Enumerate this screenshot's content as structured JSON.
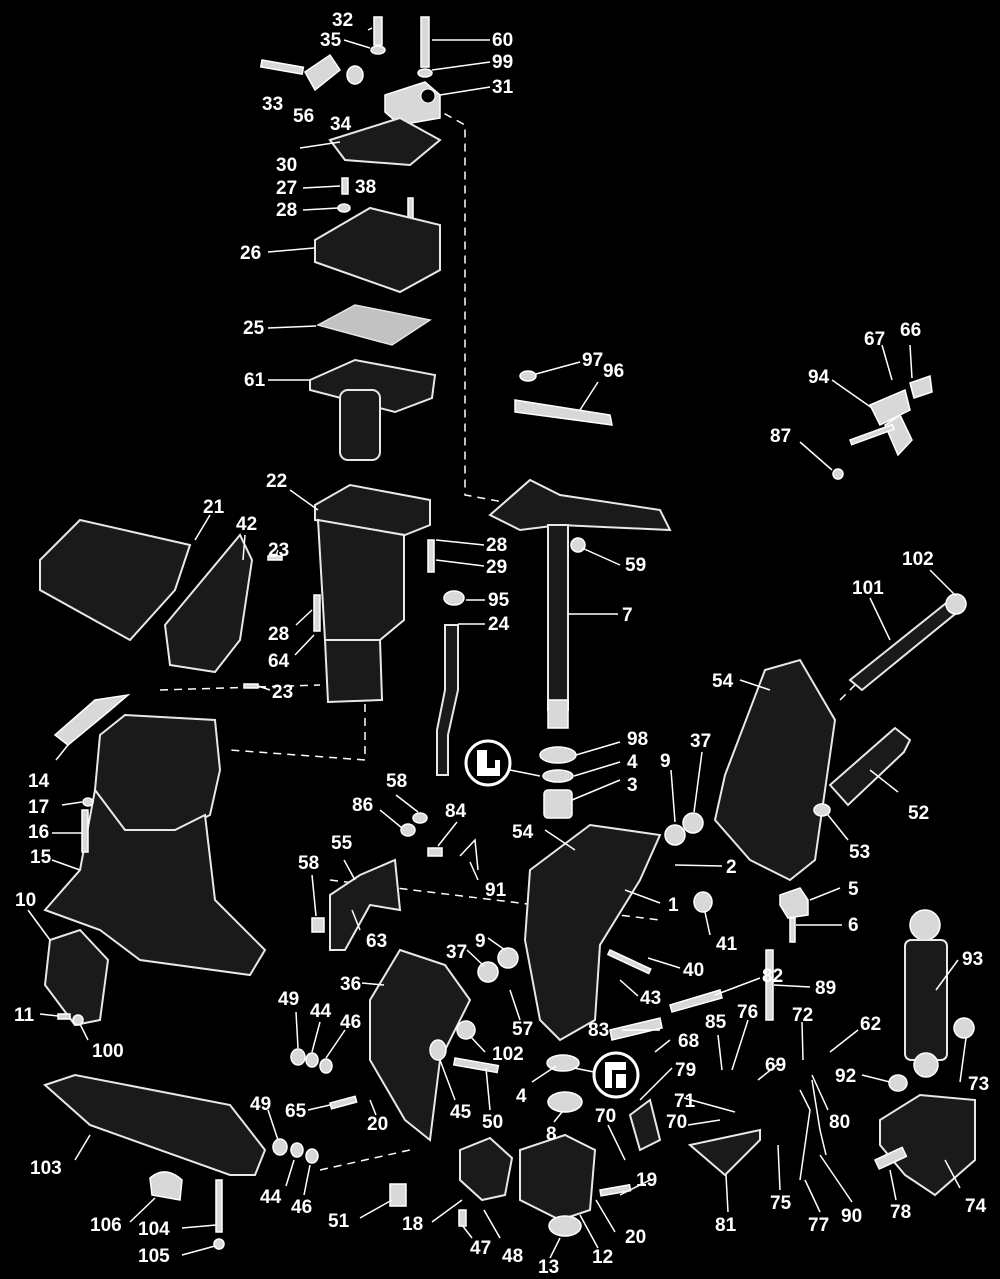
{
  "diagram": {
    "callouts": [
      {
        "id": "c32",
        "text": "32"
      },
      {
        "id": "c35",
        "text": "35"
      },
      {
        "id": "c60",
        "text": "60"
      },
      {
        "id": "c99",
        "text": "99"
      },
      {
        "id": "c31",
        "text": "31"
      },
      {
        "id": "c33",
        "text": "33"
      },
      {
        "id": "c56",
        "text": "56"
      },
      {
        "id": "c34",
        "text": "34"
      },
      {
        "id": "c30",
        "text": "30"
      },
      {
        "id": "c27",
        "text": "27"
      },
      {
        "id": "c38",
        "text": "38"
      },
      {
        "id": "c28a",
        "text": "28"
      },
      {
        "id": "c26",
        "text": "26"
      },
      {
        "id": "c25",
        "text": "25"
      },
      {
        "id": "c61",
        "text": "61"
      },
      {
        "id": "c97",
        "text": "97"
      },
      {
        "id": "c96",
        "text": "96"
      },
      {
        "id": "c67",
        "text": "67"
      },
      {
        "id": "c66",
        "text": "66"
      },
      {
        "id": "c94",
        "text": "94"
      },
      {
        "id": "c87",
        "text": "87"
      },
      {
        "id": "c22",
        "text": "22"
      },
      {
        "id": "c21",
        "text": "21"
      },
      {
        "id": "c42",
        "text": "42"
      },
      {
        "id": "c28b",
        "text": "28"
      },
      {
        "id": "c59",
        "text": "59"
      },
      {
        "id": "c29",
        "text": "29"
      },
      {
        "id": "c23a",
        "text": "23"
      },
      {
        "id": "c95",
        "text": "95"
      },
      {
        "id": "c7",
        "text": "7"
      },
      {
        "id": "c102a",
        "text": "102"
      },
      {
        "id": "c101",
        "text": "101"
      },
      {
        "id": "c28c",
        "text": "28"
      },
      {
        "id": "c24",
        "text": "24"
      },
      {
        "id": "c64",
        "text": "64"
      },
      {
        "id": "c23b",
        "text": "23"
      },
      {
        "id": "c54a",
        "text": "54"
      },
      {
        "id": "c98",
        "text": "98"
      },
      {
        "id": "c37a",
        "text": "37"
      },
      {
        "id": "c4a",
        "text": "4"
      },
      {
        "id": "c9a",
        "text": "9"
      },
      {
        "id": "c14",
        "text": "14"
      },
      {
        "id": "c3",
        "text": "3"
      },
      {
        "id": "c52",
        "text": "52"
      },
      {
        "id": "c58a",
        "text": "58"
      },
      {
        "id": "c17",
        "text": "17"
      },
      {
        "id": "c86",
        "text": "86"
      },
      {
        "id": "c84",
        "text": "84"
      },
      {
        "id": "c54b",
        "text": "54"
      },
      {
        "id": "c16",
        "text": "16"
      },
      {
        "id": "c53",
        "text": "53"
      },
      {
        "id": "c55",
        "text": "55"
      },
      {
        "id": "c15",
        "text": "15"
      },
      {
        "id": "c58b",
        "text": "58"
      },
      {
        "id": "c91",
        "text": "91"
      },
      {
        "id": "c2",
        "text": "2"
      },
      {
        "id": "c5",
        "text": "5"
      },
      {
        "id": "c10",
        "text": "10"
      },
      {
        "id": "c1",
        "text": "1"
      },
      {
        "id": "c63",
        "text": "63"
      },
      {
        "id": "c41",
        "text": "41"
      },
      {
        "id": "c6",
        "text": "6"
      },
      {
        "id": "c9b",
        "text": "9"
      },
      {
        "id": "c37b",
        "text": "37"
      },
      {
        "id": "c93",
        "text": "93"
      },
      {
        "id": "c40",
        "text": "40"
      },
      {
        "id": "c36",
        "text": "36"
      },
      {
        "id": "c82",
        "text": "82"
      },
      {
        "id": "c89",
        "text": "89"
      },
      {
        "id": "c11",
        "text": "11"
      },
      {
        "id": "c43",
        "text": "43"
      },
      {
        "id": "c49a",
        "text": "49"
      },
      {
        "id": "c44a",
        "text": "44"
      },
      {
        "id": "c46a",
        "text": "46"
      },
      {
        "id": "c76",
        "text": "76"
      },
      {
        "id": "c72",
        "text": "72"
      },
      {
        "id": "c62",
        "text": "62"
      },
      {
        "id": "c100",
        "text": "100"
      },
      {
        "id": "c57",
        "text": "57"
      },
      {
        "id": "c85",
        "text": "85"
      },
      {
        "id": "c83",
        "text": "83"
      },
      {
        "id": "c68",
        "text": "68"
      },
      {
        "id": "c102b",
        "text": "102"
      },
      {
        "id": "c69",
        "text": "69"
      },
      {
        "id": "c92",
        "text": "92"
      },
      {
        "id": "c73",
        "text": "73"
      },
      {
        "id": "c79",
        "text": "79"
      },
      {
        "id": "c4b",
        "text": "4"
      },
      {
        "id": "c71",
        "text": "71"
      },
      {
        "id": "c80",
        "text": "80"
      },
      {
        "id": "c49b",
        "text": "49"
      },
      {
        "id": "c65",
        "text": "65"
      },
      {
        "id": "c45",
        "text": "45"
      },
      {
        "id": "c50",
        "text": "50"
      },
      {
        "id": "c70a",
        "text": "70"
      },
      {
        "id": "c20a",
        "text": "20"
      },
      {
        "id": "c70b",
        "text": "70"
      },
      {
        "id": "c8",
        "text": "8"
      },
      {
        "id": "c103",
        "text": "103"
      },
      {
        "id": "c19",
        "text": "19"
      },
      {
        "id": "c75",
        "text": "75"
      },
      {
        "id": "c74",
        "text": "74"
      },
      {
        "id": "c44b",
        "text": "44"
      },
      {
        "id": "c46b",
        "text": "46"
      },
      {
        "id": "c81",
        "text": "81"
      },
      {
        "id": "c77",
        "text": "77"
      },
      {
        "id": "c90",
        "text": "90"
      },
      {
        "id": "c78",
        "text": "78"
      },
      {
        "id": "c106",
        "text": "106"
      },
      {
        "id": "c104",
        "text": "104"
      },
      {
        "id": "c51",
        "text": "51"
      },
      {
        "id": "c18",
        "text": "18"
      },
      {
        "id": "c20b",
        "text": "20"
      },
      {
        "id": "c47",
        "text": "47"
      },
      {
        "id": "c48",
        "text": "48"
      },
      {
        "id": "c12",
        "text": "12"
      },
      {
        "id": "c105",
        "text": "105"
      },
      {
        "id": "c13",
        "text": "13"
      }
    ]
  }
}
